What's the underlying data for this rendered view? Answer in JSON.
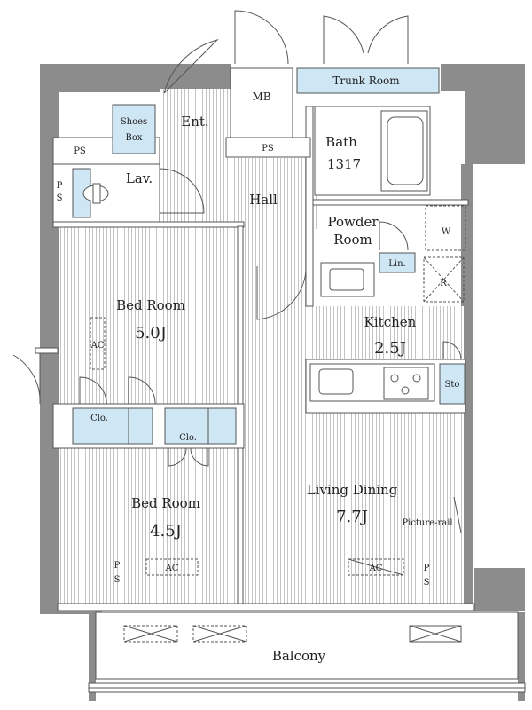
{
  "rooms": {
    "trunk_room": "Trunk Room",
    "mb": "MB",
    "shoes_box_line1": "Shoes",
    "shoes_box_line2": "Box",
    "entrance": "Ent.",
    "ps_top_left": "PS",
    "ps_hall": "PS",
    "ps_left_1": "P",
    "ps_left_2": "S",
    "lav": "Lav.",
    "bath": "Bath",
    "bath_size": "1317",
    "hall": "Hall",
    "powder_room_line1": "Powder",
    "powder_room_line2": "Room",
    "w": "W",
    "lin": "Lin.",
    "r": "R",
    "bedroom1": "Bed Room",
    "bedroom1_size": "5.0J",
    "ac_bed1": "AC",
    "kitchen": "Kitchen",
    "kitchen_size": "2.5J",
    "sto": "Sto",
    "clo_1": "Clo.",
    "clo_2": "Clo.",
    "bedroom2": "Bed Room",
    "bedroom2_size": "4.5J",
    "ac_bed2": "AC",
    "living_dining": "Living Dining",
    "living_dining_size": "7.7J",
    "picture_rail": "Picture-rail",
    "ac_ld": "AC",
    "ps_bottom_left_1": "P",
    "ps_bottom_left_2": "S",
    "ps_bottom_right_1": "P",
    "ps_bottom_right_2": "S",
    "balcony": "Balcony"
  }
}
